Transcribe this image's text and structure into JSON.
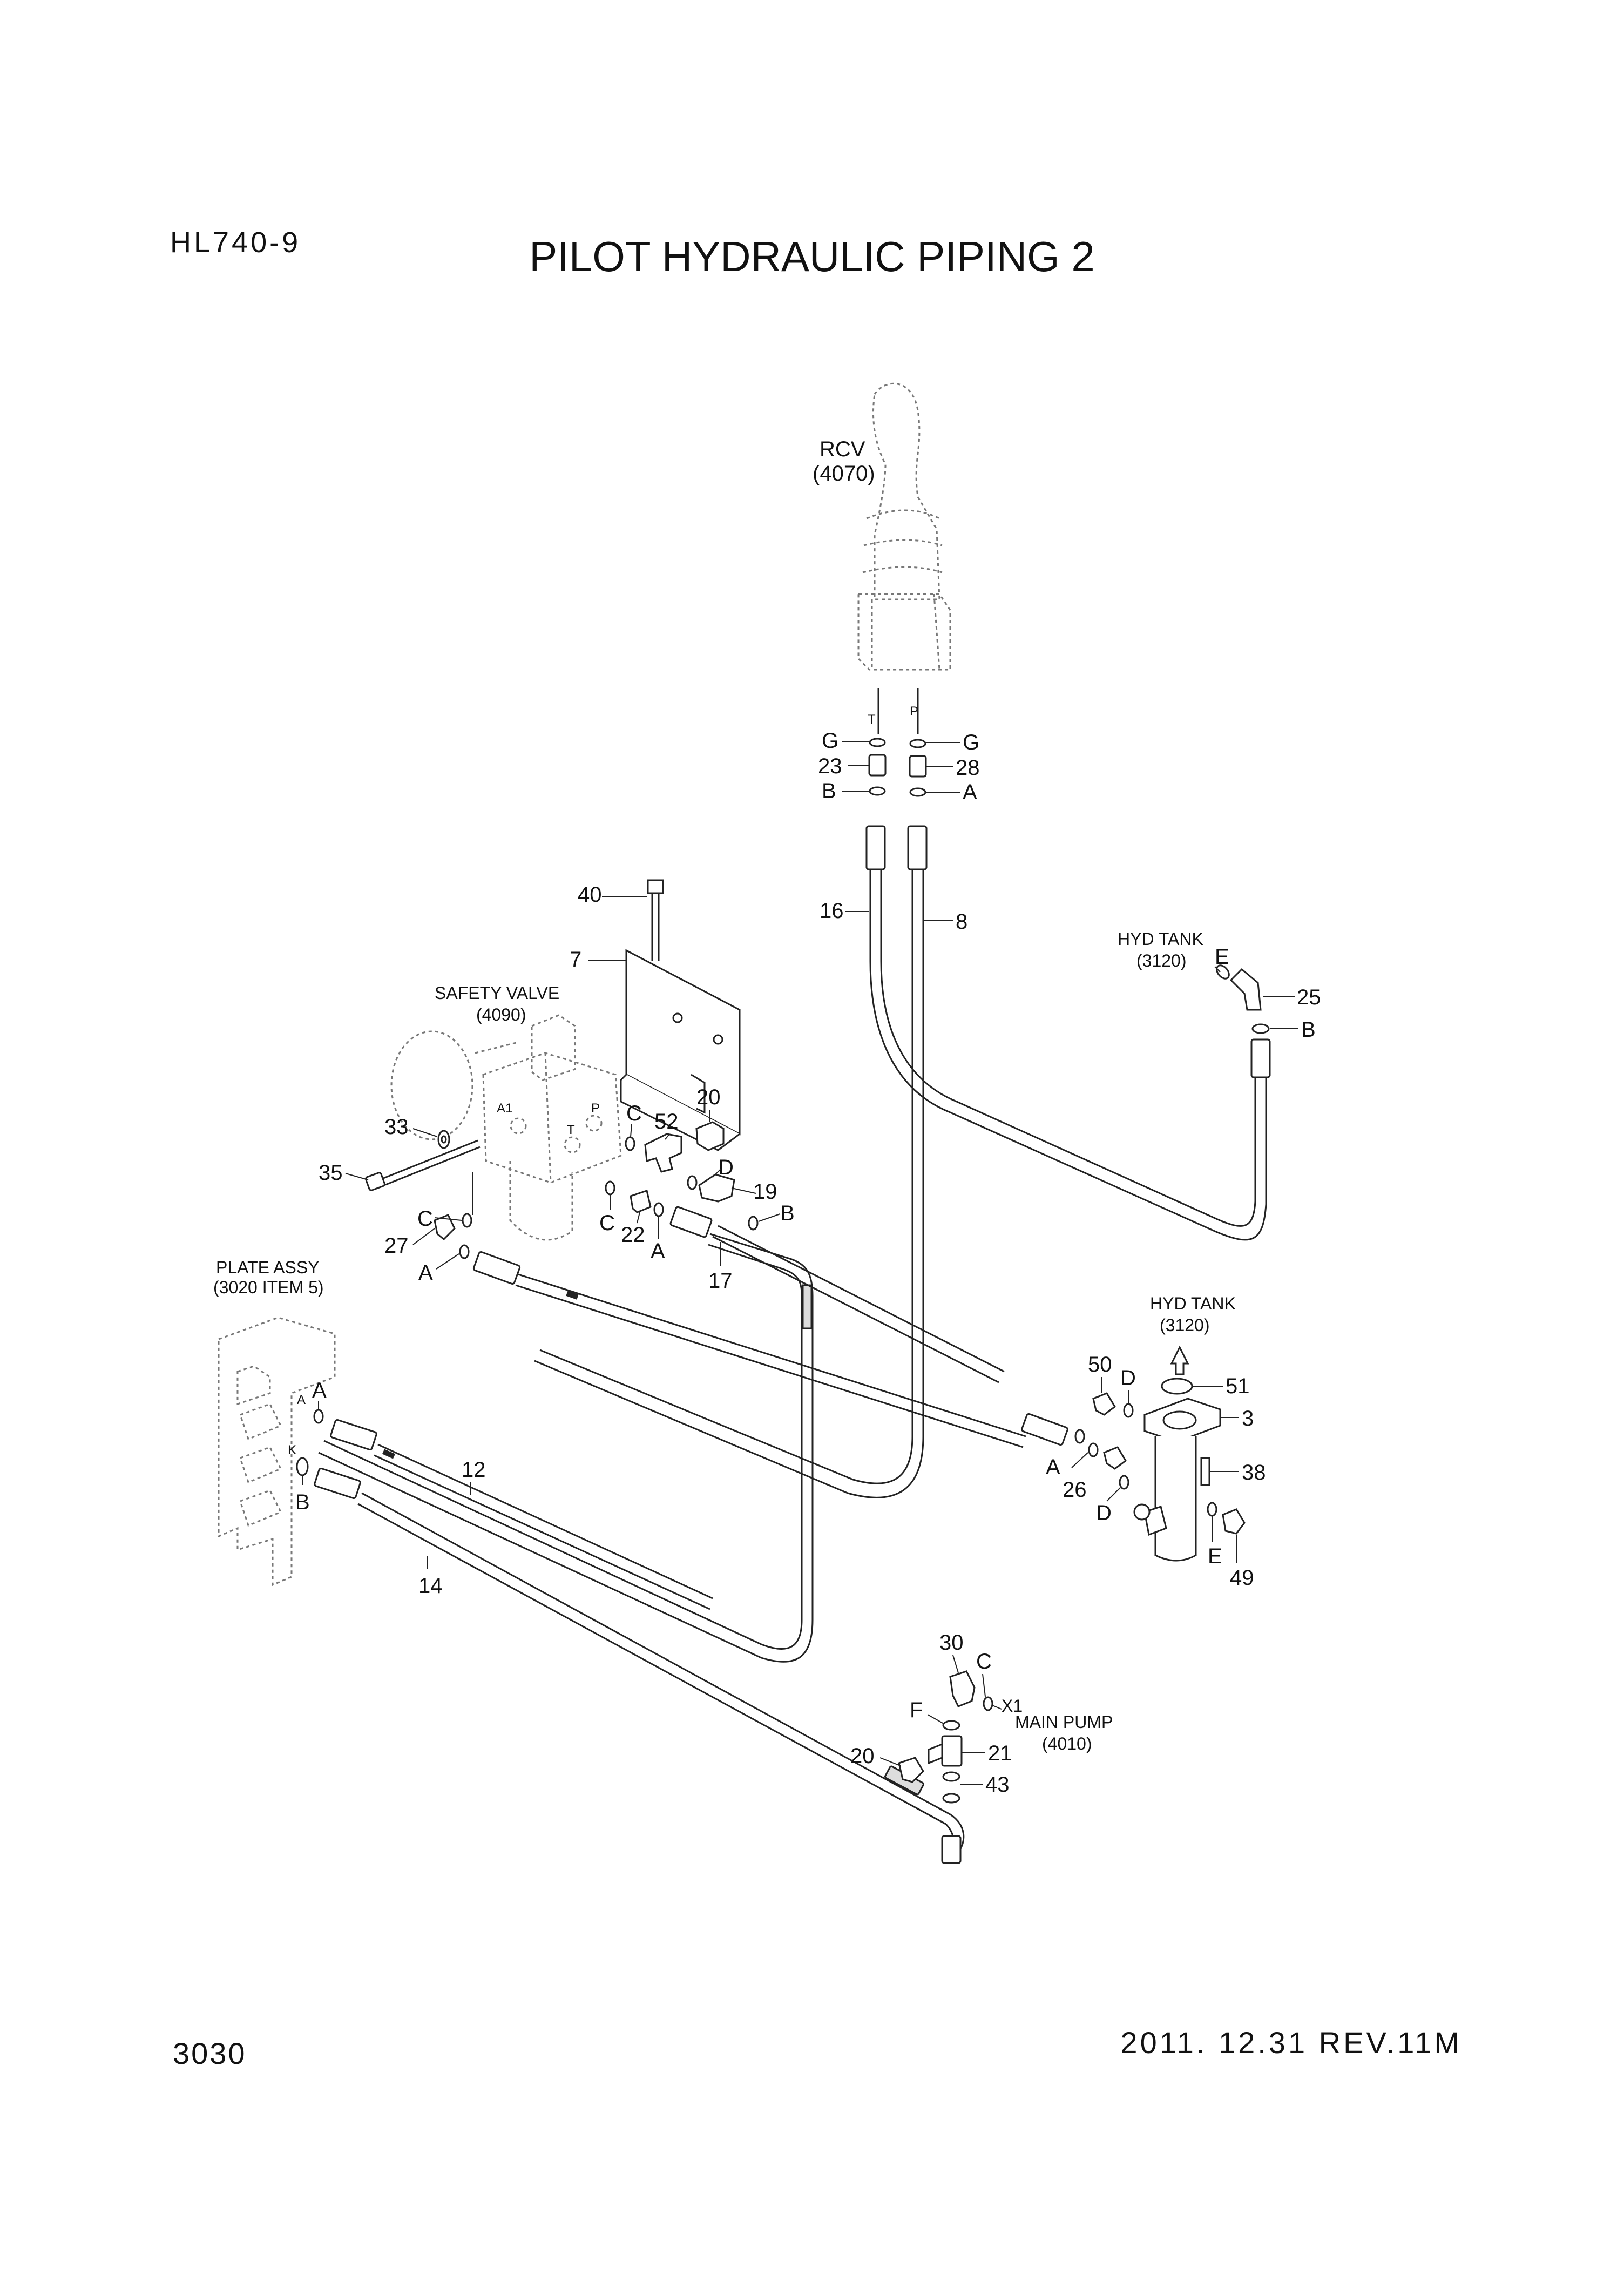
{
  "header": {
    "model": "HL740-9",
    "title": "PILOT HYDRAULIC PIPING 2"
  },
  "footer": {
    "page": "3030",
    "revision": "2011. 12.31 REV.11M"
  },
  "components": {
    "rcv": {
      "name": "RCV",
      "ref": "(4070)"
    },
    "safety_valve": {
      "name": "SAFETY VALVE",
      "ref": "(4090)"
    },
    "hyd_tank_top": {
      "name": "HYD TANK",
      "ref": "(3120)"
    },
    "hyd_tank_bottom": {
      "name": "HYD TANK",
      "ref": "(3120)"
    },
    "plate_assy": {
      "name": "PLATE ASSY",
      "ref": "(3020 ITEM 5)"
    },
    "main_pump": {
      "name": "MAIN PUMP",
      "ref": "(4010)"
    }
  },
  "callouts": {
    "c40": "40",
    "c7": "7",
    "c33": "33",
    "c35": "35",
    "c27": "27",
    "c52": "52",
    "c20a": "20",
    "c19": "19",
    "c22": "22",
    "c17": "17",
    "c16": "16",
    "c8": "8",
    "c23": "23",
    "c28": "28",
    "c25": "25",
    "c50": "50",
    "c51": "51",
    "c3": "3",
    "c38": "38",
    "c26": "26",
    "c49": "49",
    "c12": "12",
    "c14": "14",
    "c30": "30",
    "c20b": "20",
    "c21": "21",
    "c43": "43"
  },
  "letters": {
    "rcv_g_left": "G",
    "rcv_g_right": "G",
    "rcv_b": "B",
    "rcv_a": "A",
    "port_t_rcv": "T",
    "port_p_rcv": "P",
    "tank_e": "E",
    "tank_b": "B",
    "sv_a1": "A1",
    "sv_p": "P",
    "sv_t": "T",
    "sv_c1": "C",
    "sv_c2": "C",
    "sv_c3": "C",
    "sv_d": "D",
    "sv_b": "B",
    "sv_a1x": "A",
    "sv_a2": "A",
    "pa_a": "A",
    "pa_a_small": "A",
    "pa_k": "K",
    "pa_b": "B",
    "pt_d1": "D",
    "pt_d2": "D",
    "pt_a": "A",
    "pt_e": "E",
    "mp_c": "C",
    "mp_x1": "X1",
    "mp_f": "F"
  }
}
